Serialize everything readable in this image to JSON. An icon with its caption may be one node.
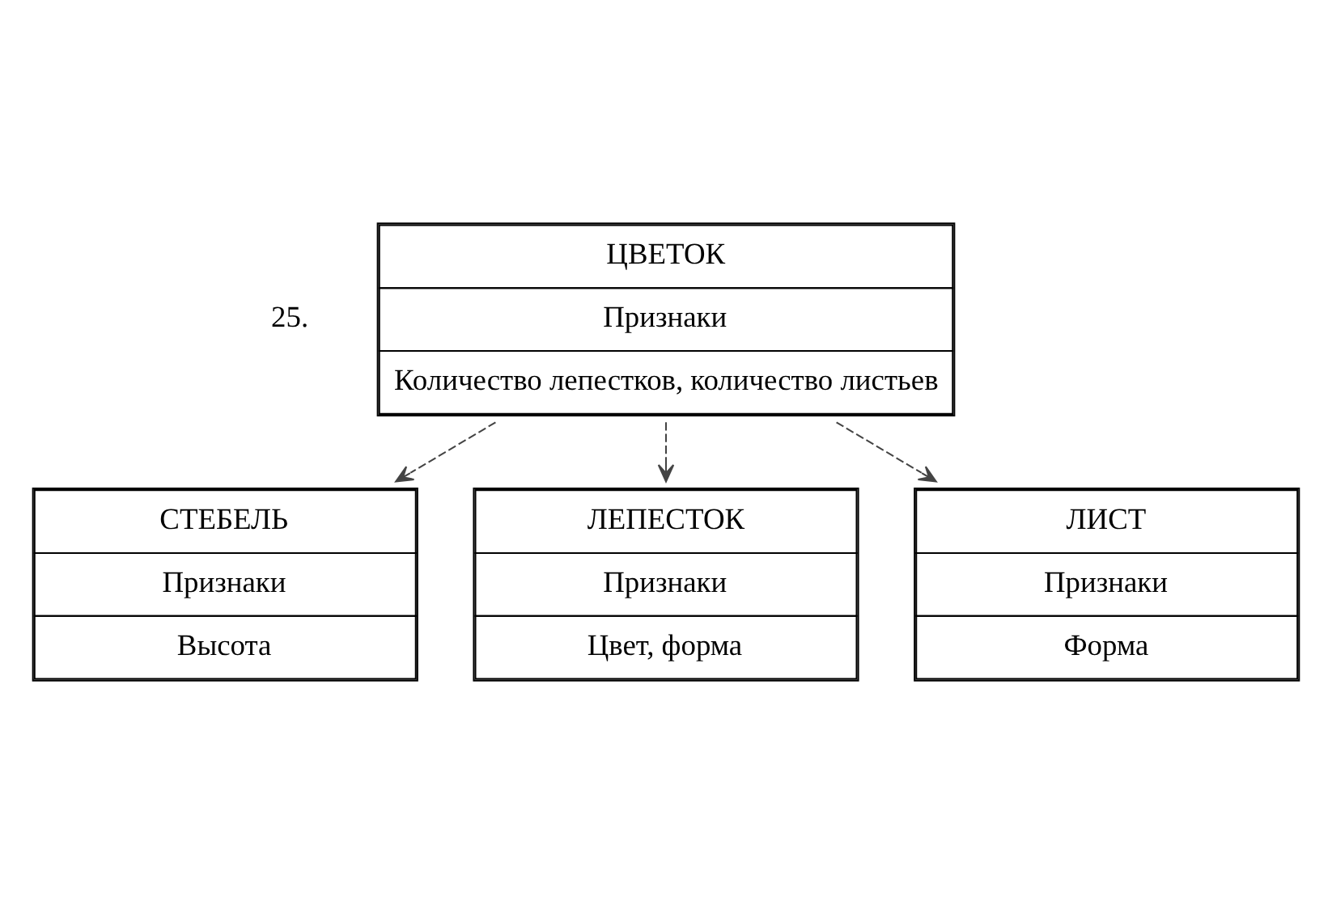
{
  "diagram": {
    "nodes": [
      {
        "text": [
          "ЦВЕТОК",
          "Признаки",
          "Количество лепестков, количество листьев"
        ]
      },
      {
        "text": [
          "СТЕБЕЛЬ",
          "Признаки",
          "Высота"
        ]
      },
      {
        "text": [
          "ЛЕПЕСТОК",
          "Признаки",
          "Цвет, форма"
        ]
      },
      {
        "text": [
          "ЛИСТ",
          "Признаки",
          "Форма"
        ]
      }
    ],
    "edges": [
      {
        "from": 0,
        "to": 1,
        "arrow": "to",
        "style": "dashed"
      },
      {
        "from": 0,
        "to": 2,
        "arrow": "to",
        "style": "dashed"
      },
      {
        "from": 0,
        "to": 3,
        "arrow": "to",
        "style": "dashed"
      }
    ],
    "labels": [
      "25."
    ]
  }
}
